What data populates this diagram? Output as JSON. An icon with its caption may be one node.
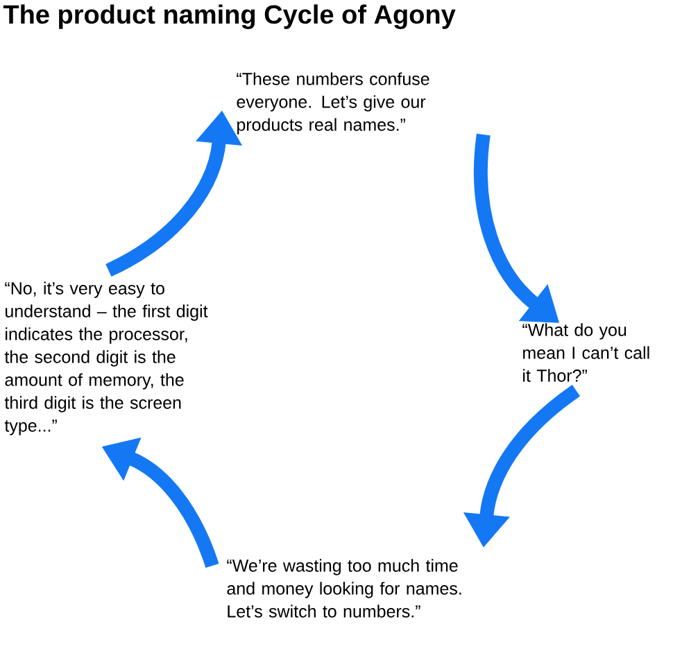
{
  "diagram": {
    "title": "The product naming Cycle of Agony",
    "nodes": [
      {
        "text": [
          "“These numbers confuse everyone.  Let’s give our products real names.”"
        ]
      },
      {
        "text": [
          "“What do you mean I can’t call it Thor?”"
        ]
      },
      {
        "text": [
          "“We’re wasting too much time and money looking for names.  Let’s switch to numbers.”"
        ]
      },
      {
        "text": [
          "“No, it’s very easy to understand – the first digit indicates the processor, the second digit is the amount of memory, the third digit is the screen type...”"
        ]
      }
    ],
    "edges": [
      {
        "from": 0,
        "to": 1,
        "arrow": "to"
      },
      {
        "from": 1,
        "to": 2,
        "arrow": "to"
      },
      {
        "from": 2,
        "to": 3,
        "arrow": "to"
      },
      {
        "from": 3,
        "to": 0,
        "arrow": "to"
      }
    ]
  }
}
